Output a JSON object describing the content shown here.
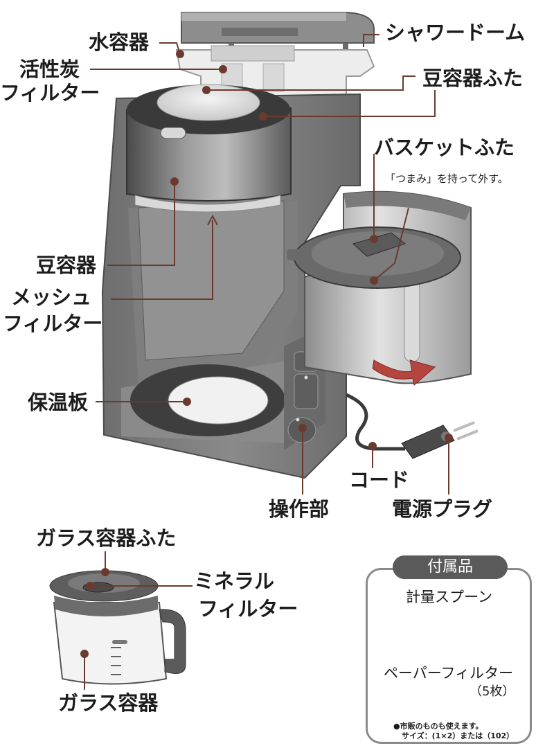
{
  "labels": {
    "water_tank": "水容器",
    "charcoal_filter_1": "活性炭",
    "charcoal_filter_2": "フィルター",
    "shower_dome": "シャワードーム",
    "bean_lid": "豆容器ふた",
    "basket_lid": "バスケットふた",
    "basket_note": "「つまみ」を持って外す。",
    "bean_container": "豆容器",
    "mesh_filter_1": "メッシュ",
    "mesh_filter_2": "フィルター",
    "warming_plate": "保温板",
    "cord": "コード",
    "control_panel": "操作部",
    "power_plug": "電源プラグ",
    "carafe_lid": "ガラス容器ふた",
    "mineral_filter_1": "ミネラル",
    "mineral_filter_2": "フィルター",
    "carafe": "ガラス容器"
  },
  "accessories": {
    "title": "付属品",
    "spoon": "計量スプーン",
    "paper_filter": "ペーパーフィルター",
    "paper_count": "（5枚）",
    "note_1": "●市販のものも使えます。",
    "note_2": "サイズ：(1×2）または（102）"
  },
  "colors": {
    "leader_line": "#6b3a2e",
    "leader_dot": "#6b3a2e",
    "machine_body": "#7a7a7a",
    "accent_arrow": "#b5463f"
  }
}
